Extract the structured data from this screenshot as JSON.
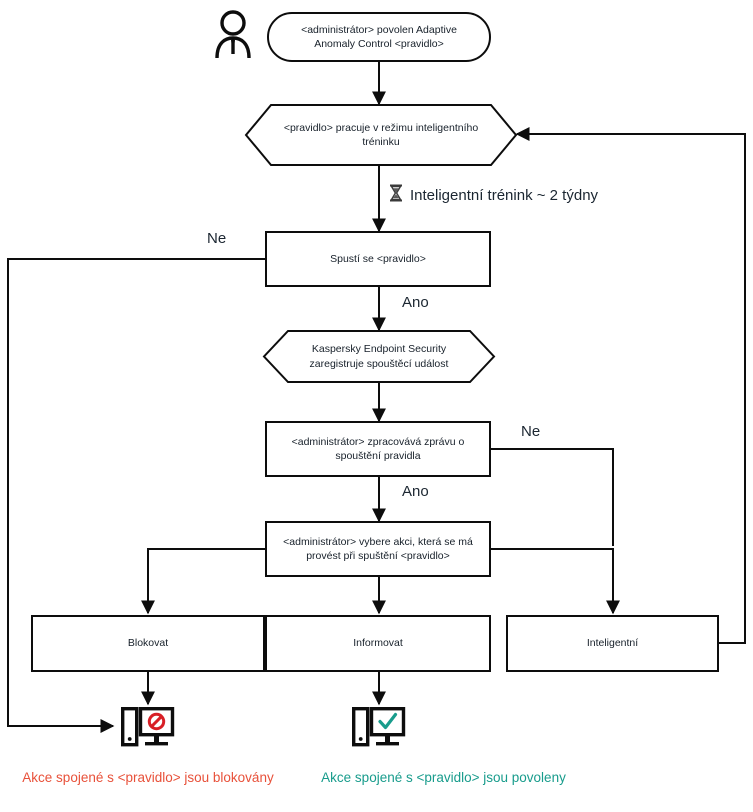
{
  "diagram": {
    "title": "Adaptive Anomaly Control rule workflow",
    "language": "cs",
    "colors": {
      "stroke": "#0d0d0d",
      "text": "#17202a",
      "blocked": "#e8513a",
      "allowed": "#189c8c",
      "background": "#ffffff"
    },
    "actor": {
      "icon": "person-icon",
      "name": "administrator-actor"
    },
    "nodes": [
      {
        "id": "start",
        "shape": "stadium",
        "text": "<administrátor> povolen Adaptive Anomaly Control <pravidlo>"
      },
      {
        "id": "smart-training-mode",
        "shape": "hexagon",
        "text": "<pravidlo> pracuje v režimu inteligentního tréninku"
      },
      {
        "id": "rule-triggers",
        "shape": "rect",
        "text": "Spustí se <pravidlo>"
      },
      {
        "id": "kes-registers-event",
        "shape": "hexagon",
        "text": "Kaspersky Endpoint Security zaregistruje spouštěcí událost"
      },
      {
        "id": "admin-processes-report",
        "shape": "rect",
        "text": "<administrátor> zpracovává zprávu o spouštění pravidla"
      },
      {
        "id": "admin-selects-action",
        "shape": "rect",
        "text": "<administrátor> vybere akci, která se má provést při spuštění <pravidlo>"
      },
      {
        "id": "action-block",
        "shape": "rect",
        "text": "Blokovat"
      },
      {
        "id": "action-inform",
        "shape": "rect",
        "text": "Informovat"
      },
      {
        "id": "action-smart",
        "shape": "rect",
        "text": "Inteligentní"
      }
    ],
    "edge_labels": {
      "timer": "Inteligentní trénink ~ 2 týdny",
      "timer_icon": "hourglass-icon",
      "rule_triggers_no": "Ne",
      "rule_triggers_yes": "Ano",
      "report_no": "Ne",
      "report_yes": "Ano"
    },
    "outcomes": [
      {
        "id": "blocked-outcome",
        "icon": "computer-blocked-icon",
        "caption": "Akce spojené s <pravidlo> jsou blokovány"
      },
      {
        "id": "allowed-outcome",
        "icon": "computer-allowed-icon",
        "caption": "Akce spojené s <pravidlo> jsou povoleny"
      }
    ]
  }
}
